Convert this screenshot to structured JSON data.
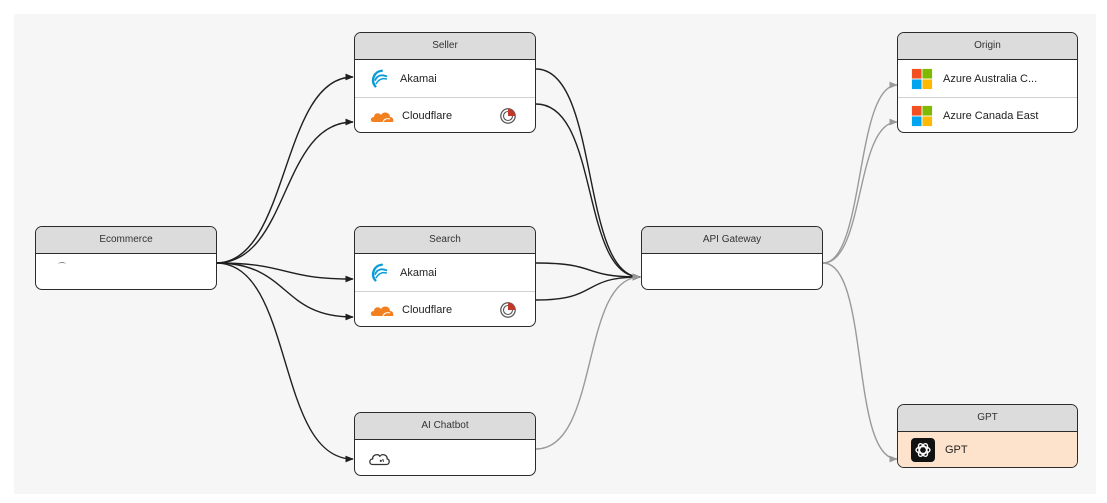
{
  "nodes": {
    "ecommerce": {
      "title": "Ecommerce",
      "rows": []
    },
    "seller": {
      "title": "Seller",
      "rows": [
        {
          "label": "Akamai",
          "icon": "akamai-icon"
        },
        {
          "label": "Cloudflare",
          "icon": "cloudflare-icon",
          "badge": "radar-badge-icon"
        }
      ]
    },
    "search": {
      "title": "Search",
      "rows": [
        {
          "label": "Akamai",
          "icon": "akamai-icon"
        },
        {
          "label": "Cloudflare",
          "icon": "cloudflare-icon",
          "badge": "radar-badge-icon"
        }
      ]
    },
    "ai_chatbot": {
      "title": "AI Chatbot",
      "rows": [
        {
          "label": "",
          "icon": "cloud-bot-icon"
        }
      ]
    },
    "api_gateway": {
      "title": "API Gateway",
      "rows": []
    },
    "origin": {
      "title": "Origin",
      "rows": [
        {
          "label": "Azure Australia C...",
          "icon": "microsoft-icon"
        },
        {
          "label": "Azure Canada East",
          "icon": "microsoft-icon"
        }
      ]
    },
    "gpt": {
      "title": "GPT",
      "rows": [
        {
          "label": "GPT",
          "icon": "openai-icon"
        }
      ]
    }
  },
  "colors": {
    "edge_dark": "#1f1f1f",
    "edge_light": "#9a9a9a",
    "header_bg": "#dcdcdc",
    "gpt_row_bg": "#fde3cc",
    "akamai": "#0a9bd8",
    "cloudflare": "#f38020"
  }
}
